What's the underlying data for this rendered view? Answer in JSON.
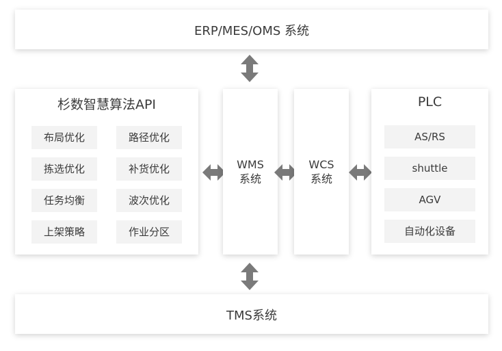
{
  "top_bar": {
    "title": "ERP/MES/OMS 系统"
  },
  "bottom_bar": {
    "title": "TMS系统"
  },
  "algo_panel": {
    "title": "杉数智慧算法API",
    "items": [
      "布局优化",
      "路径优化",
      "拣选优化",
      "补货优化",
      "任务均衡",
      "波次优化",
      "上架策略",
      "作业分区"
    ]
  },
  "wms": {
    "line1": "WMS",
    "line2": "系统"
  },
  "wcs": {
    "line1": "WCS",
    "line2": "系统"
  },
  "plc_panel": {
    "title": "PLC",
    "items": [
      "AS/RS",
      "shuttle",
      "AGV",
      "自动化设备"
    ]
  },
  "colors": {
    "arrow": "#7a7a7a",
    "chip_bg": "#f3f3f3",
    "card_bg": "#ffffff"
  }
}
